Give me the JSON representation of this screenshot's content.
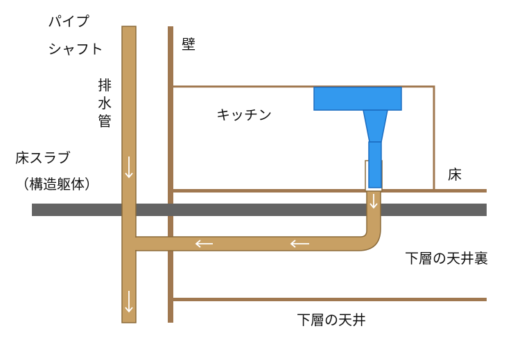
{
  "labels": {
    "pipe_shaft": [
      "パイプ",
      "シャフト"
    ],
    "drain_pipe": [
      "排",
      "水",
      "管"
    ],
    "slab": [
      "床スラブ",
      "（構造躯体）"
    ],
    "wall": "壁",
    "kitchen": "キッチン",
    "floor": "床",
    "ceiling_cavity": "下層の天井裏",
    "ceiling": "下層の天井"
  },
  "colors": {
    "pipe": "#c8a064",
    "pipe_stroke": "#8a6a3a",
    "wall": "#a07850",
    "slab": "#646464",
    "sink": "#3399ee",
    "sink_stroke": "#1a6bbf",
    "flow_arrow": "#ffffff"
  },
  "icons": {
    "flow": "arrow-icon"
  }
}
